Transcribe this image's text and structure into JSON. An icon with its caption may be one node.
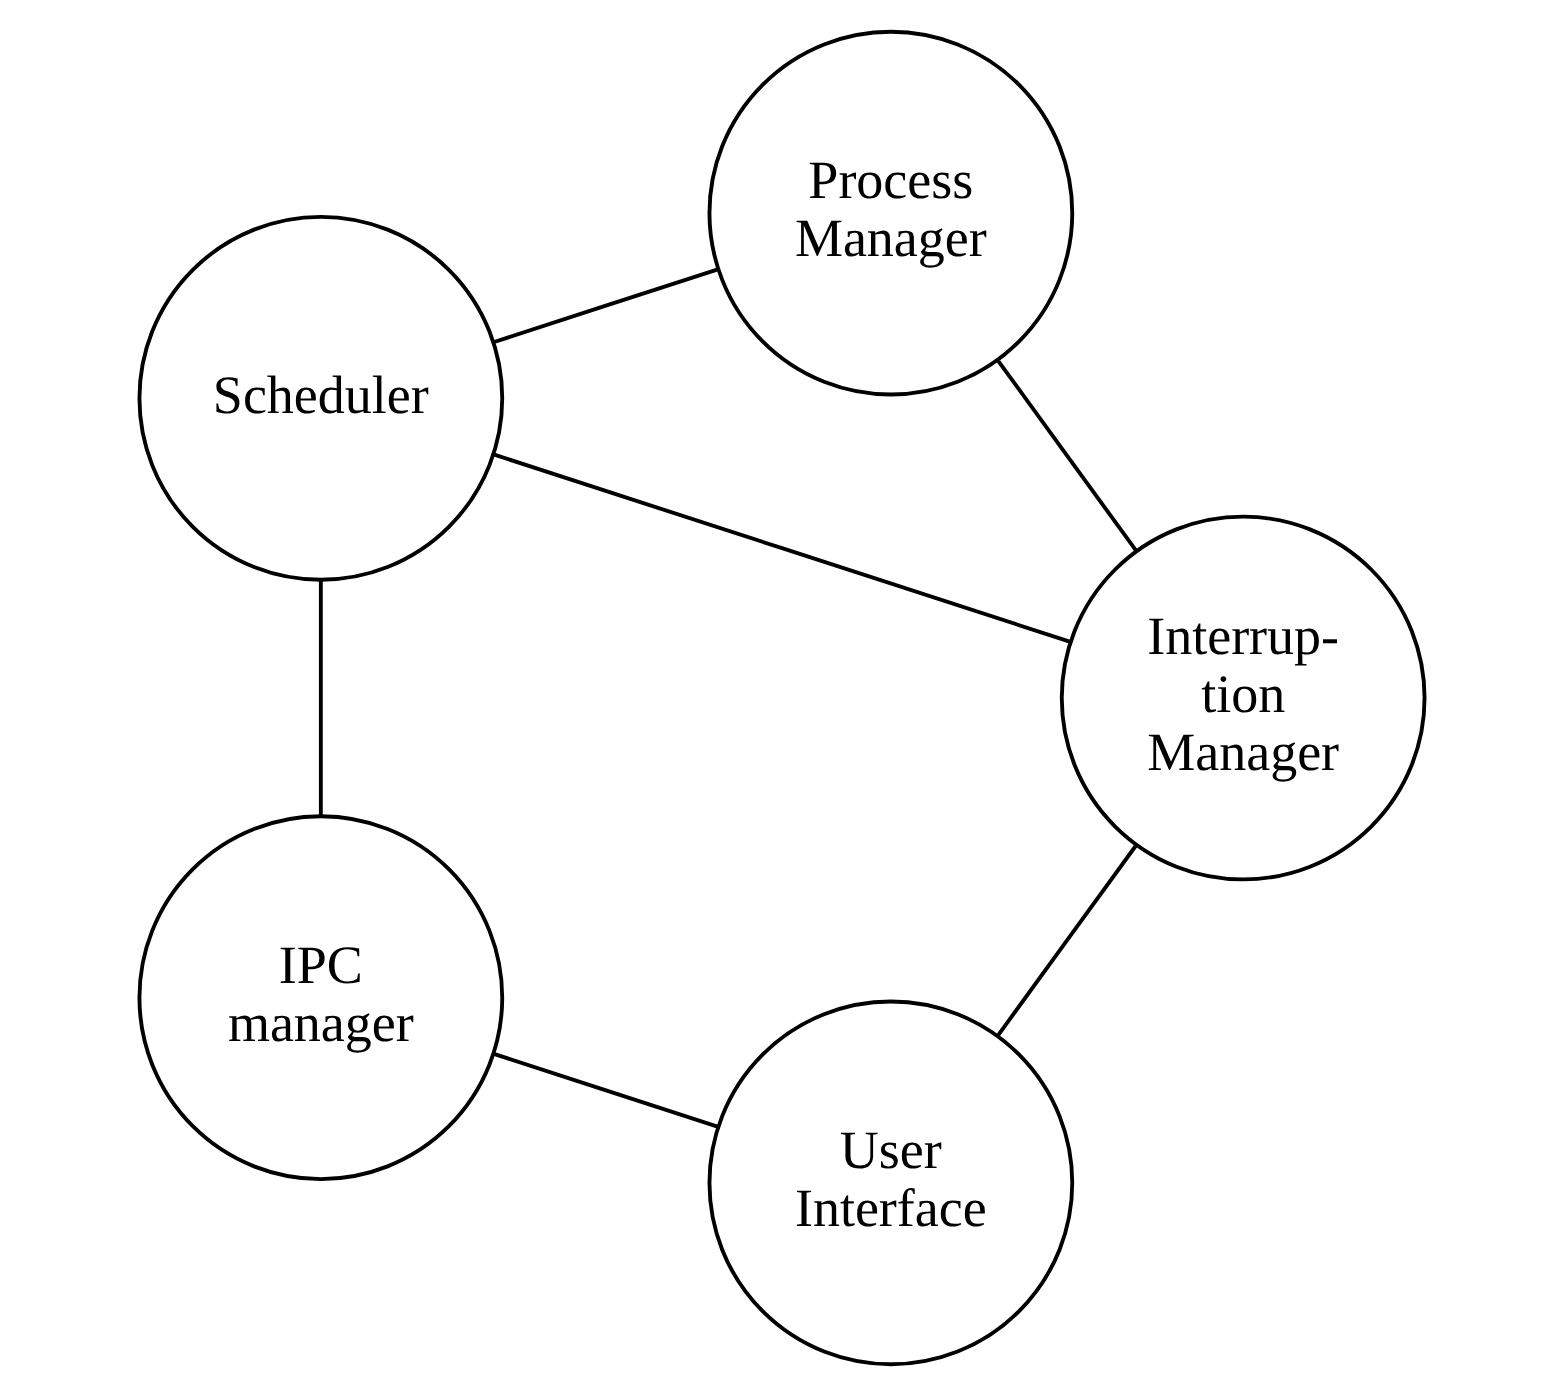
{
  "diagram": {
    "nodes": [
      {
        "text": [
          "User Interface"
        ]
      },
      {
        "text": [
          "IPC manager"
        ]
      },
      {
        "text": [
          "Interrup- tion Manager"
        ]
      },
      {
        "text": [
          "Scheduler"
        ]
      },
      {
        "text": [
          "Process Manager"
        ]
      }
    ],
    "edges": [
      {
        "from": 0,
        "to": 1,
        "arrow": "none"
      },
      {
        "from": 1,
        "to": 3,
        "arrow": "none"
      },
      {
        "from": 0,
        "to": 2,
        "arrow": "none"
      },
      {
        "from": 2,
        "to": 3,
        "arrow": "none"
      },
      {
        "from": 2,
        "to": 4,
        "arrow": "none"
      },
      {
        "from": 3,
        "to": 4,
        "arrow": "none"
      }
    ]
  }
}
